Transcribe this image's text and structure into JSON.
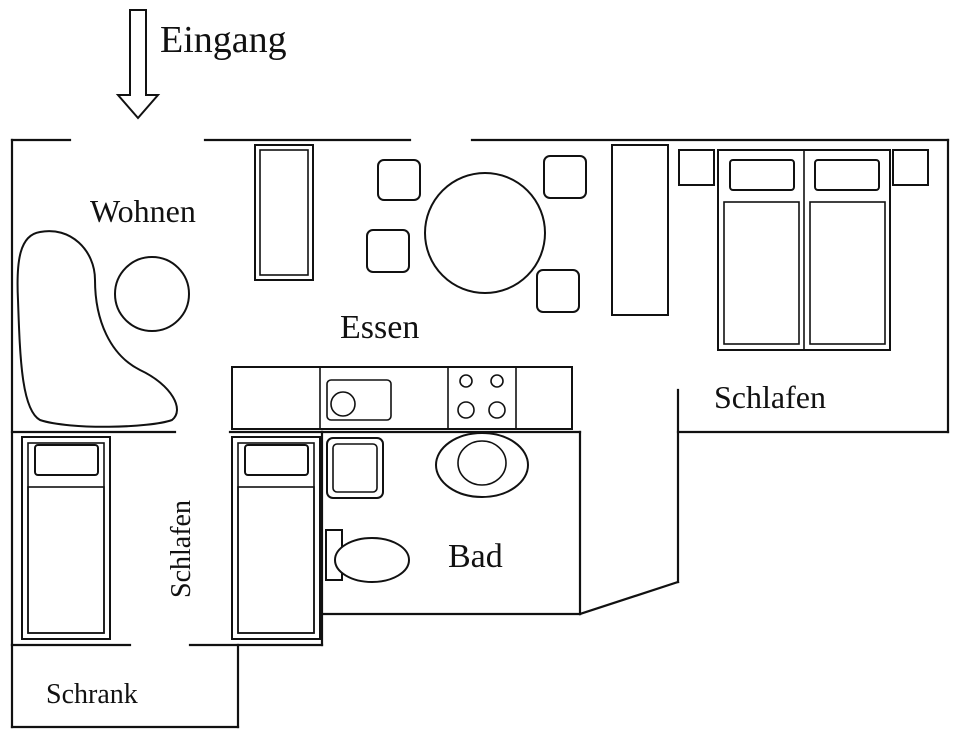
{
  "labels": {
    "entrance": "Eingang",
    "living": "Wohnen",
    "dining": "Essen",
    "bedroom_right": "Schlafen",
    "bedroom_left": "Schlafen",
    "bathroom": "Bad",
    "wardrobe": "Schrank"
  }
}
